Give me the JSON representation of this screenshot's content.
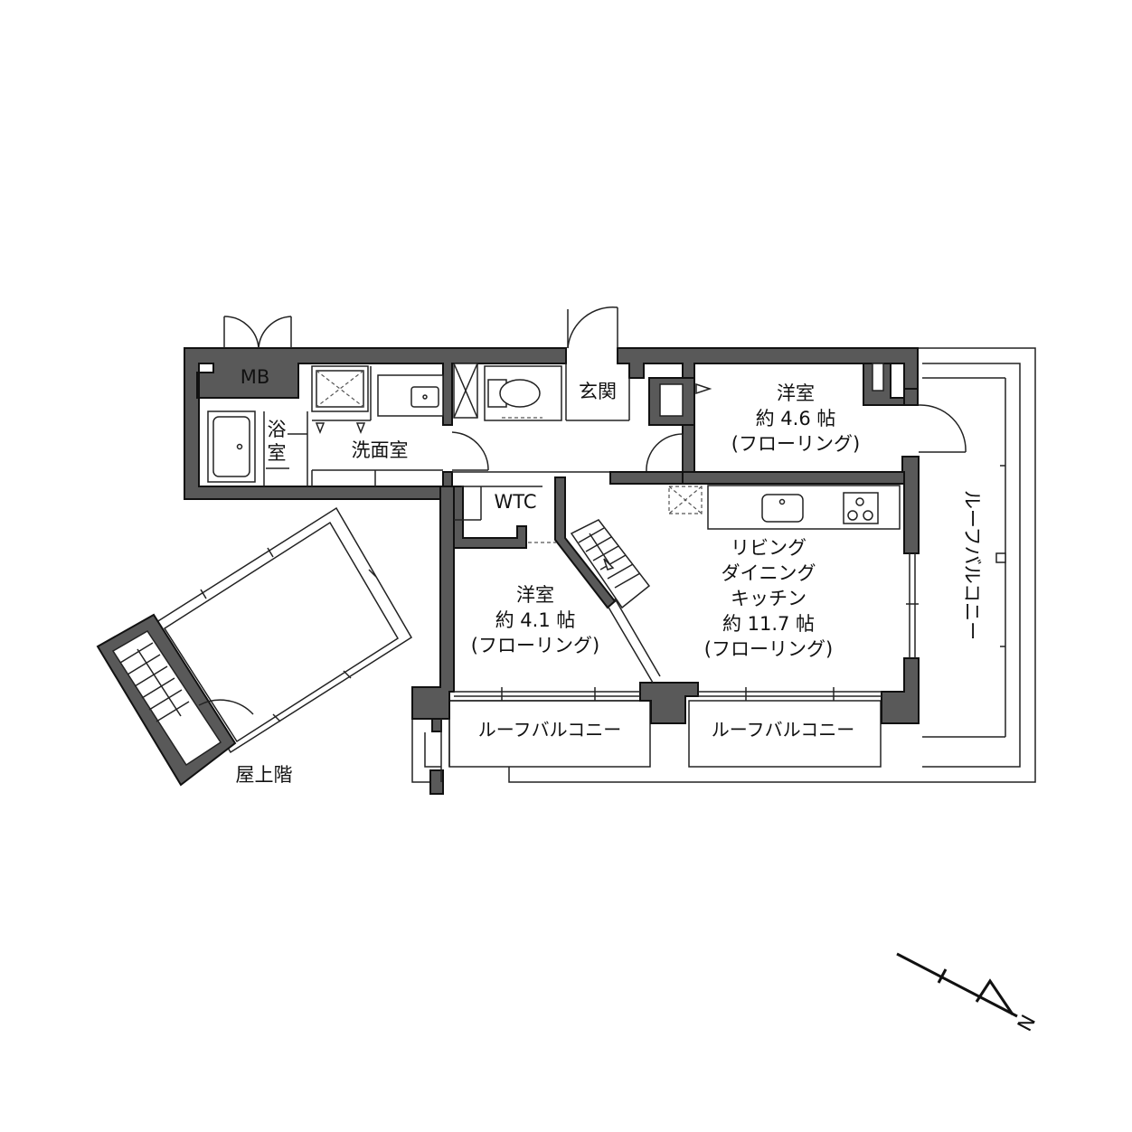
{
  "rooms": {
    "mb": "MB",
    "bath": {
      "line1": "浴",
      "line2": "室"
    },
    "washroom": "洗面室",
    "entrance": "玄関",
    "western1": {
      "name": "洋室",
      "size": "約 4.6 帖",
      "floor": "(フローリング)"
    },
    "wtc": "WTC",
    "western2": {
      "name": "洋室",
      "size": "約 4.1 帖",
      "floor": "(フローリング)"
    },
    "ldk": {
      "line1": "リビング",
      "line2": "ダイニング",
      "line3": "キッチン",
      "size": "約 11.7 帖",
      "floor": "(フローリング)"
    },
    "roof_balcony_right": "ルーフバルコニー",
    "roof_balcony_bottom1": "ルーフバルコニー",
    "roof_balcony_bottom2": "ルーフバルコニー",
    "rooftop": "屋上階"
  },
  "compass": {
    "north": "N"
  },
  "colors": {
    "wall": "#595959",
    "line": "#222222",
    "background": "#ffffff"
  }
}
